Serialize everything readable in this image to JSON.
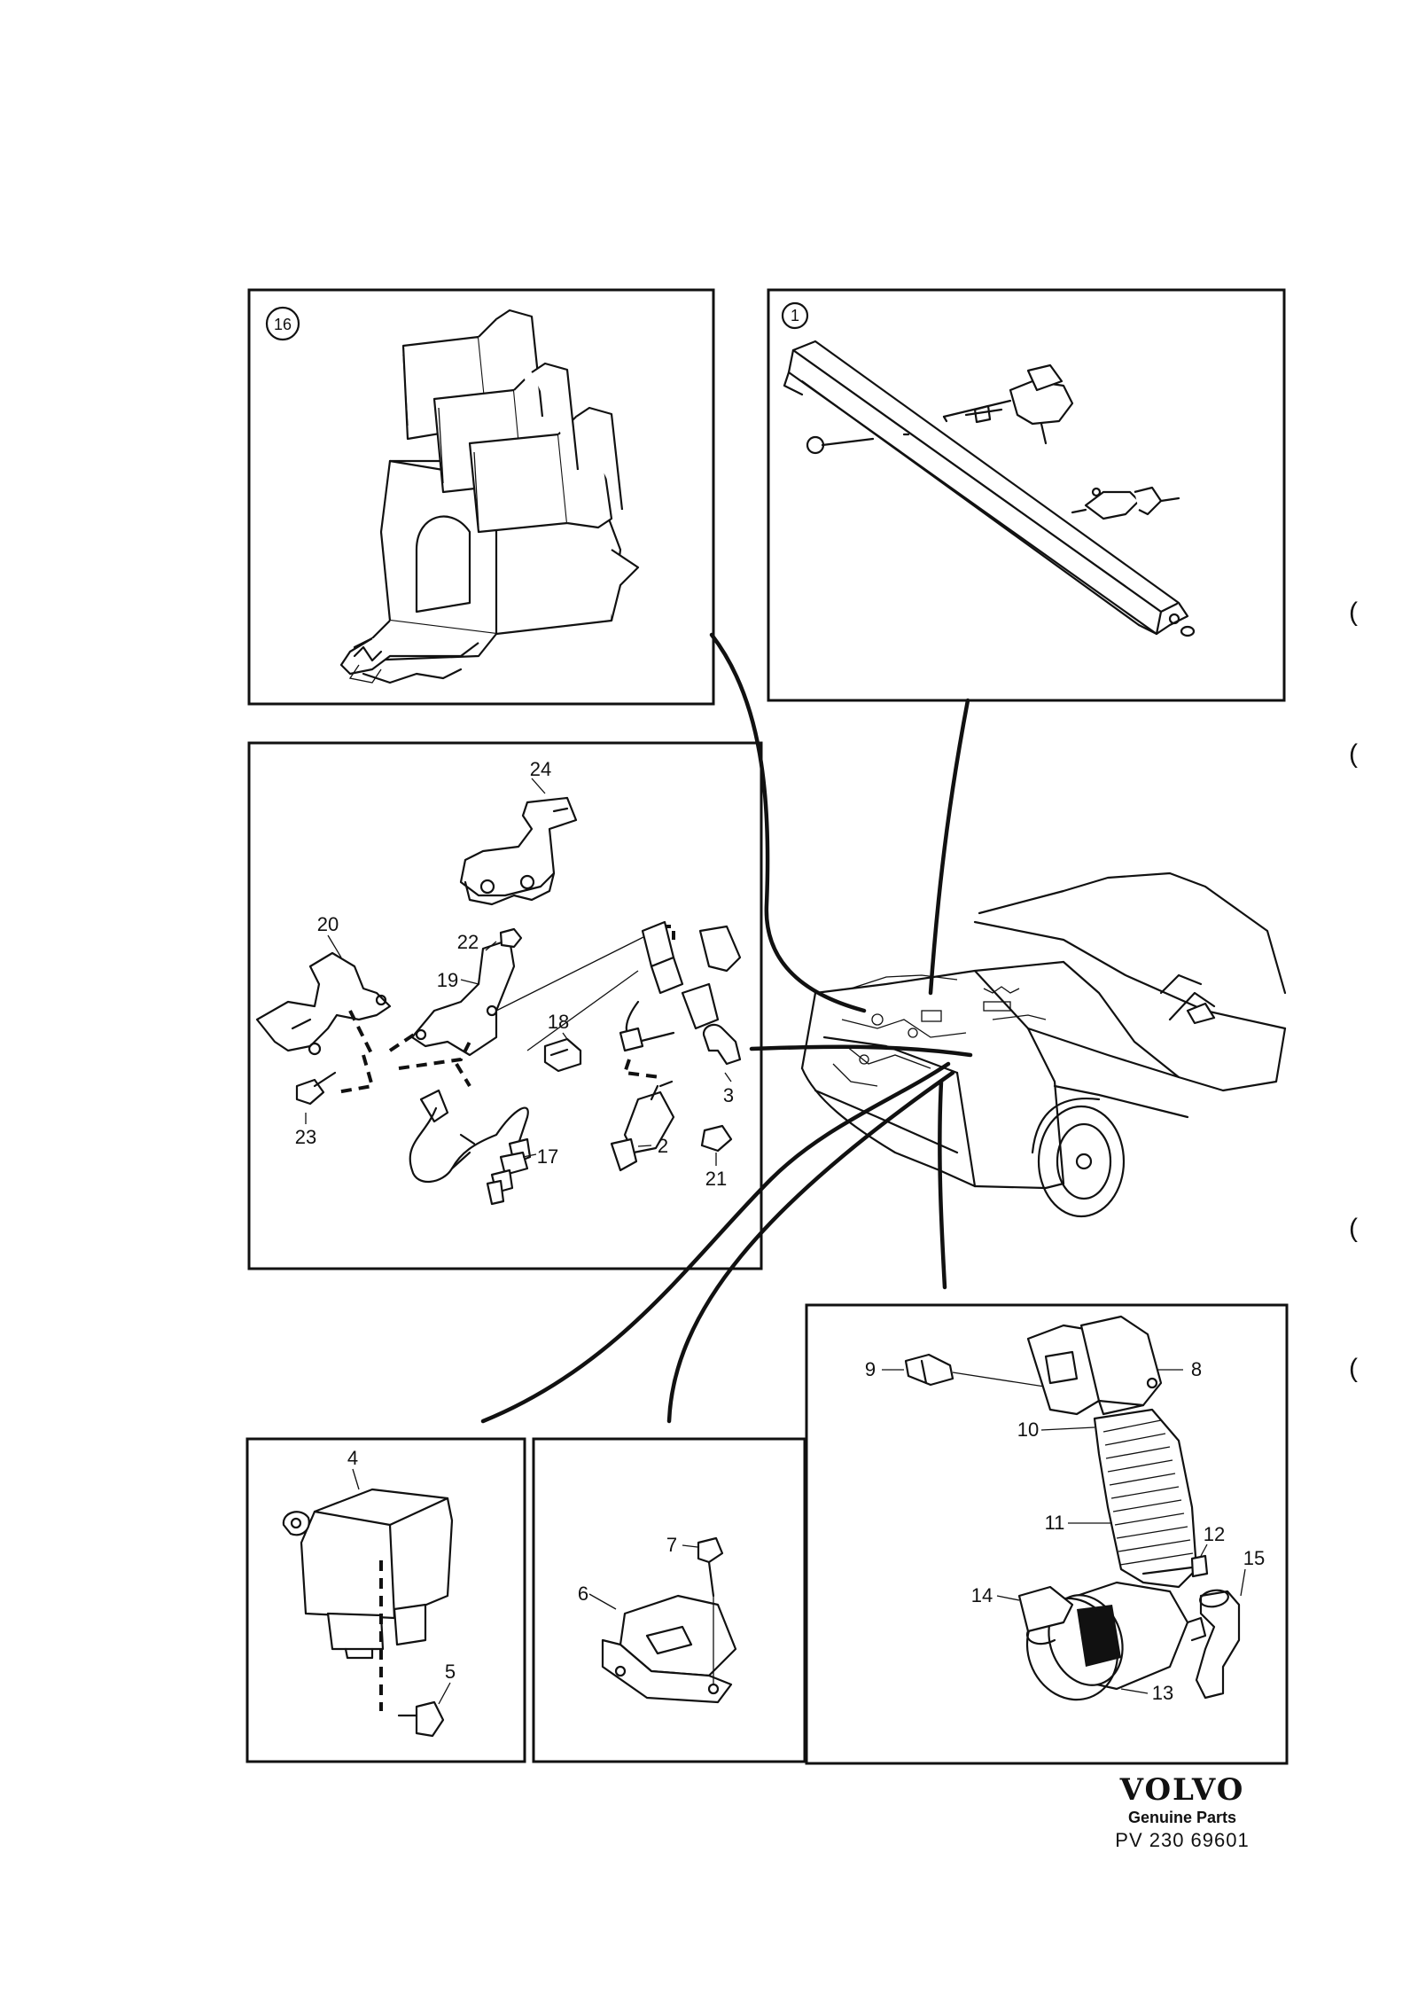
{
  "panels": {
    "relay_box": {
      "badge": "16"
    },
    "fuel_rail": {
      "badge": "1"
    },
    "sensors": {
      "labels": {
        "p24": "24",
        "p20": "20",
        "p22": "22",
        "p19": "19",
        "p18": "18",
        "p3": "3",
        "p23": "23",
        "p17": "17",
        "p2": "2",
        "p21": "21"
      }
    },
    "control_unit": {
      "labels": {
        "p4": "4",
        "p5": "5"
      }
    },
    "sensor_mount": {
      "labels": {
        "p7": "7",
        "p6": "6"
      }
    },
    "air_intake": {
      "labels": {
        "p9": "9",
        "p8": "8",
        "p10": "10",
        "p11": "11",
        "p12": "12",
        "p14": "14",
        "p15": "15",
        "p13": "13"
      }
    }
  },
  "margin_marks": [
    "(",
    "(",
    "(",
    "("
  ],
  "footer": {
    "brand": "VOLVO",
    "subtitle": "Genuine Parts",
    "reference": "PV 230 69601"
  }
}
